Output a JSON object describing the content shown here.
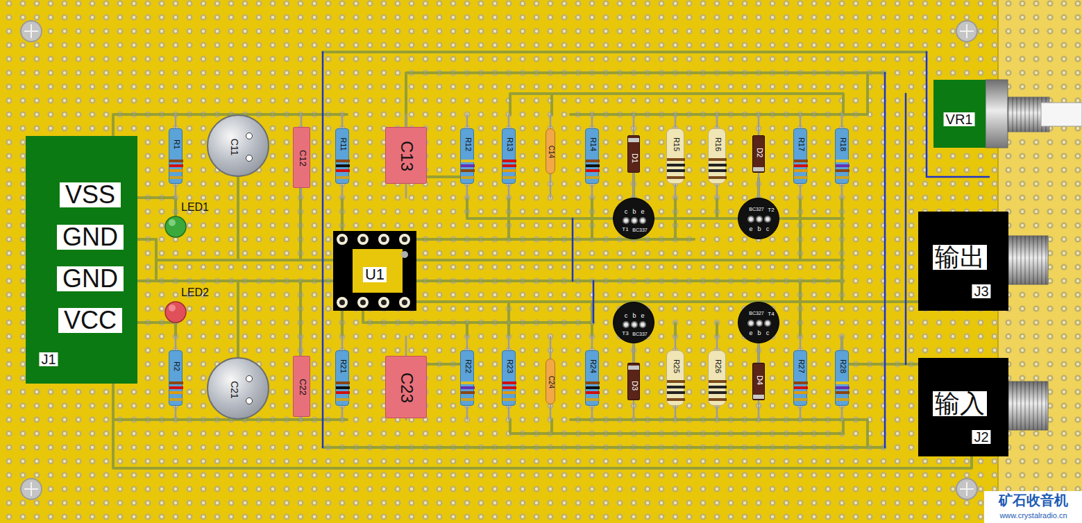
{
  "diagram": {
    "nodes": [
      {
        "text": [
          "VSS",
          "GND",
          "GND",
          "VCC",
          "J1"
        ]
      },
      {
        "text": [
          "R1"
        ]
      },
      {
        "text": [
          "C11"
        ]
      },
      {
        "text": [
          "C12"
        ]
      },
      {
        "text": [
          "R11"
        ]
      },
      {
        "text": [
          "C13"
        ]
      },
      {
        "text": [
          "R12"
        ]
      },
      {
        "text": [
          "R13"
        ]
      },
      {
        "text": [
          "C14"
        ]
      },
      {
        "text": [
          "R14"
        ]
      },
      {
        "text": [
          "D1"
        ]
      },
      {
        "text": [
          "R15"
        ]
      },
      {
        "text": [
          "R16"
        ]
      },
      {
        "text": [
          "D2"
        ]
      },
      {
        "text": [
          "R17"
        ]
      },
      {
        "text": [
          "R18"
        ]
      },
      {
        "text": [
          "VR1"
        ]
      },
      {
        "text": [
          "c",
          "b",
          "e",
          "T1",
          "BC337"
        ]
      },
      {
        "text": [
          "BC327",
          "T2",
          "e",
          "b",
          "c"
        ]
      },
      {
        "text": [
          "输出",
          "J3"
        ]
      },
      {
        "text": [
          "U1"
        ]
      },
      {
        "text": [
          "c",
          "b",
          "e",
          "T3",
          "BC337"
        ]
      },
      {
        "text": [
          "BC327",
          "T4",
          "e",
          "b",
          "c"
        ]
      },
      {
        "text": [
          "R2"
        ]
      },
      {
        "text": [
          "C21"
        ]
      },
      {
        "text": [
          "C22"
        ]
      },
      {
        "text": [
          "R21"
        ]
      },
      {
        "text": [
          "C23"
        ]
      },
      {
        "text": [
          "R22"
        ]
      },
      {
        "text": [
          "R23"
        ]
      },
      {
        "text": [
          "C24"
        ]
      },
      {
        "text": [
          "R24"
        ]
      },
      {
        "text": [
          "D3"
        ]
      },
      {
        "text": [
          "R25"
        ]
      },
      {
        "text": [
          "R26"
        ]
      },
      {
        "text": [
          "D4"
        ]
      },
      {
        "text": [
          "R27"
        ]
      },
      {
        "text": [
          "R28"
        ]
      },
      {
        "text": [
          "输入",
          "J2"
        ]
      }
    ],
    "labels": [
      "LED1",
      "LED2",
      "矿石收音机",
      "www.crystalradio.cn"
    ]
  }
}
